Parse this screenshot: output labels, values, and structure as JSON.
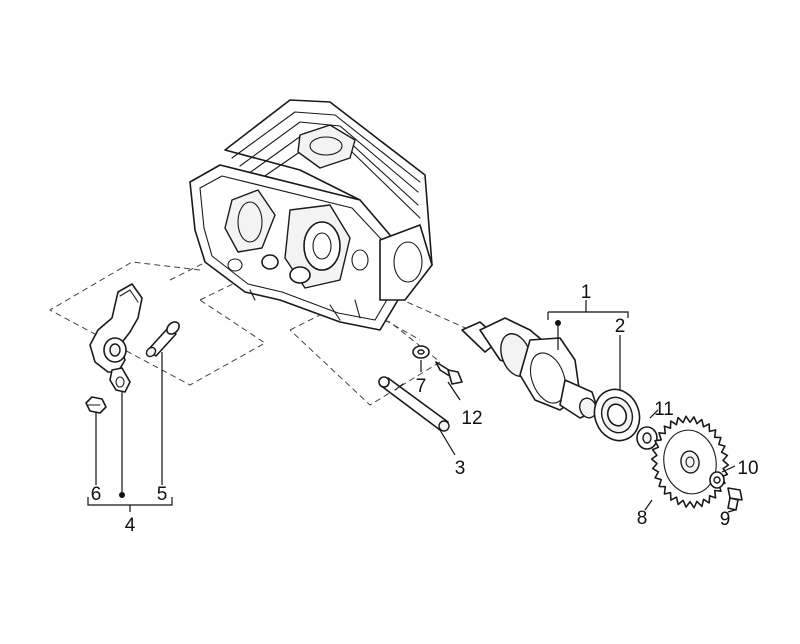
{
  "callouts": {
    "c1": "1",
    "c2": "2",
    "c3": "3",
    "c4": "4",
    "c5": "5",
    "c6": "6",
    "c7": "7",
    "c8": "8",
    "c9": "9",
    "c10": "10",
    "c11": "11",
    "c12": "12"
  },
  "colors": {
    "line": "#1a1a1a",
    "background": "#ffffff"
  }
}
